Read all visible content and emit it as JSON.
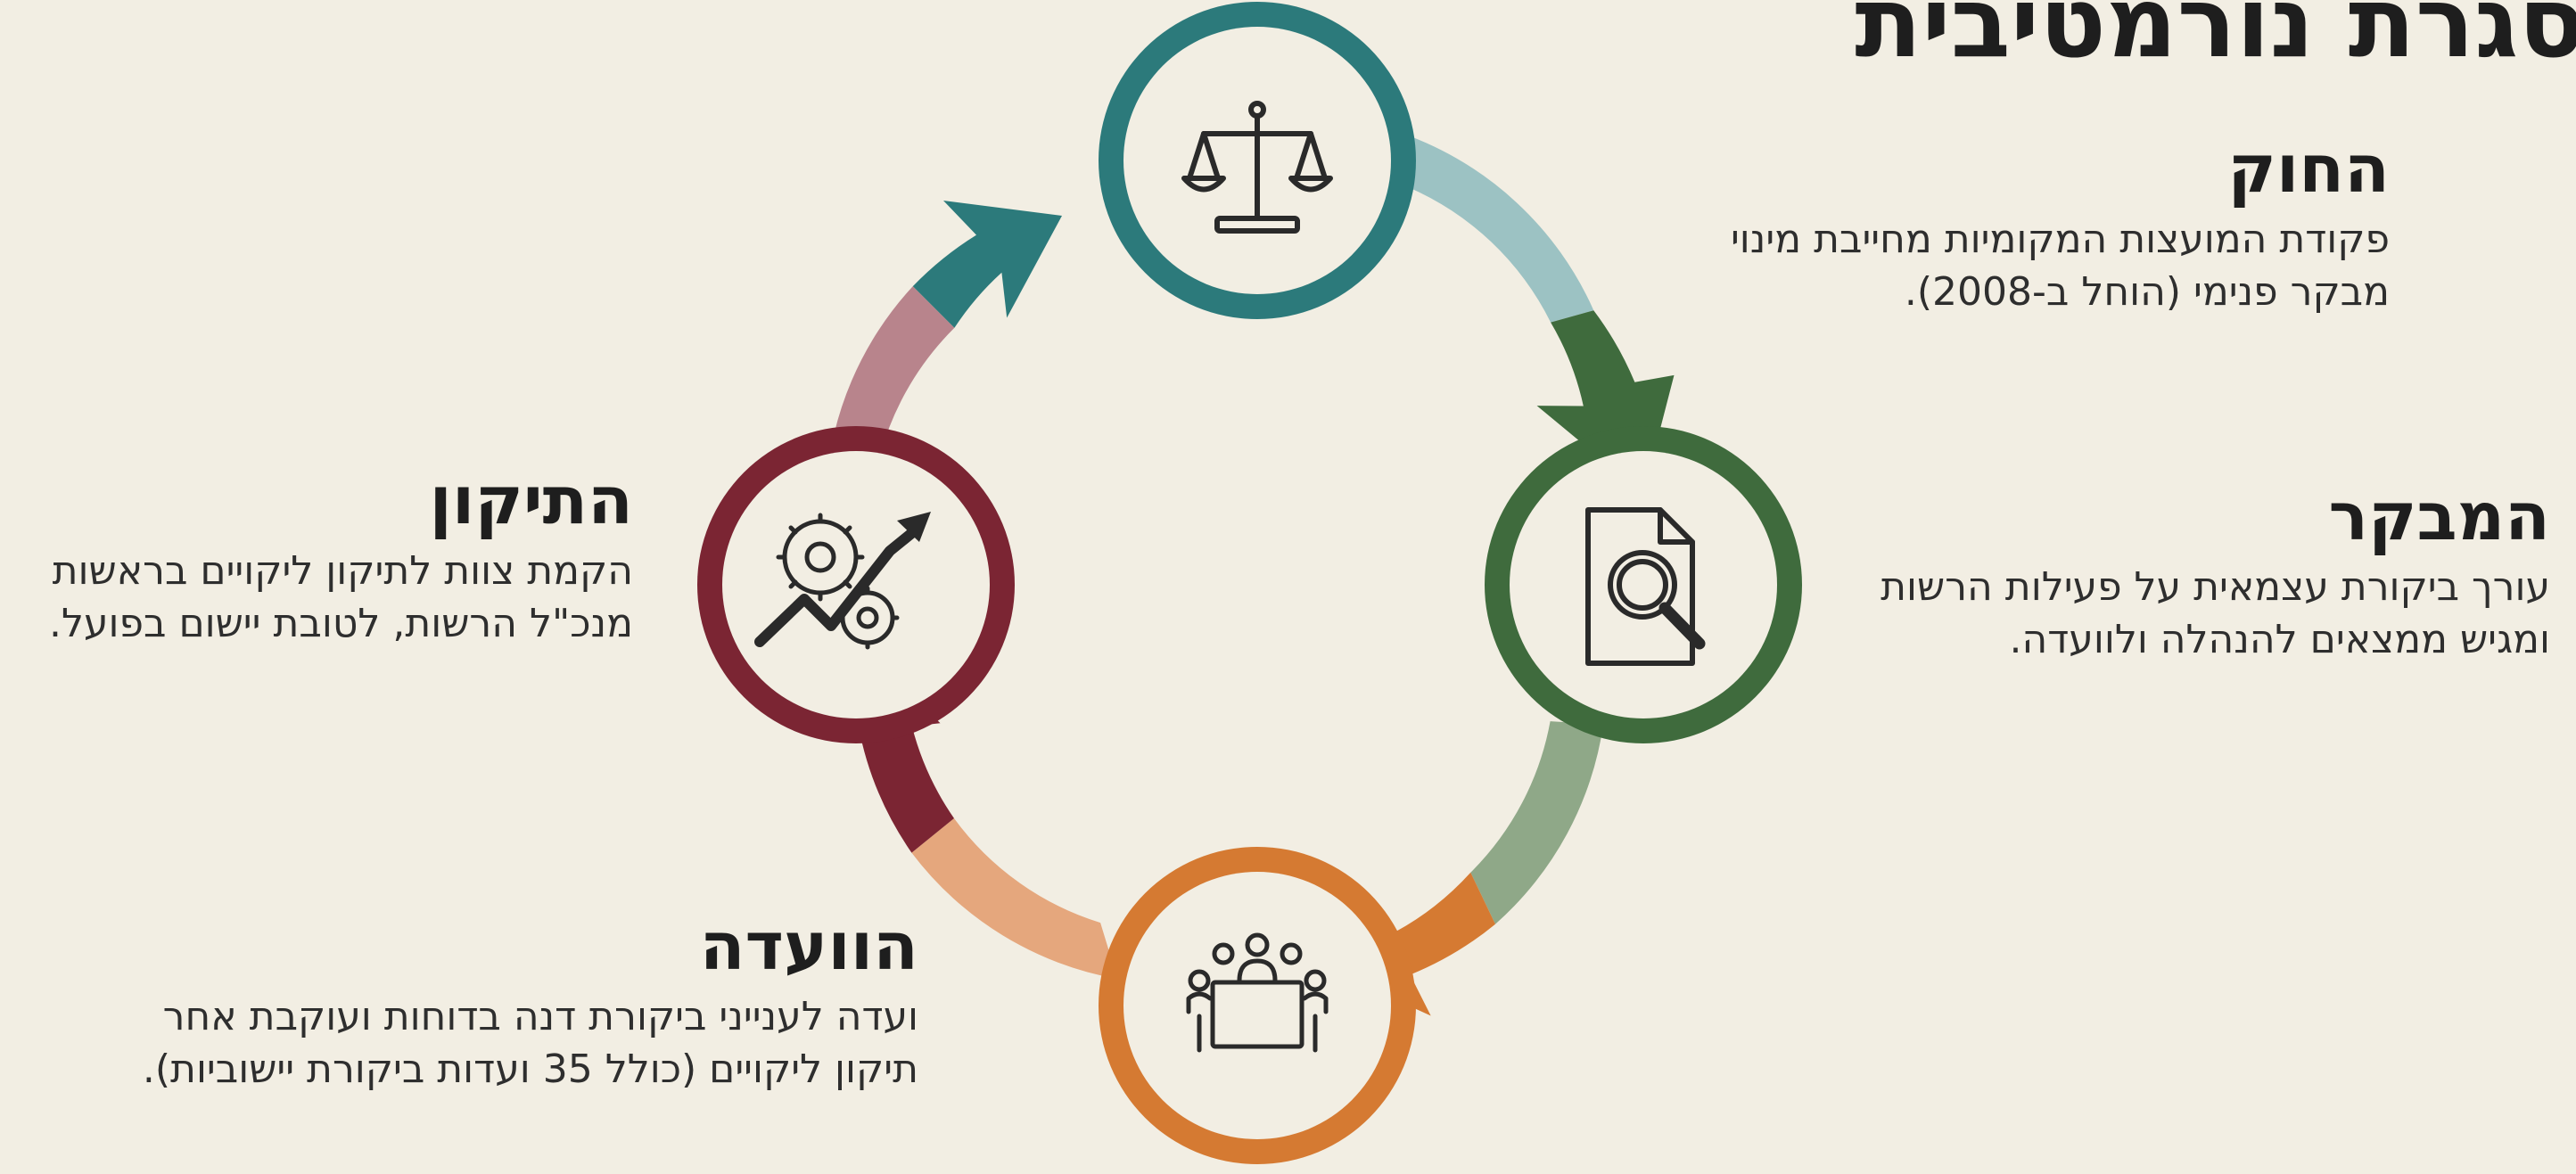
{
  "title": "סגרת נורמטיבית",
  "stages": {
    "law": {
      "heading": "החוק",
      "text": "פקודת המועצות המקומיות מחייבת מינוי מבקר פנימי (הוחל ב-2008).",
      "icon": "scales-of-justice-icon",
      "color": "#2c7a7b",
      "arrow_color": "#9cc2c3"
    },
    "auditor": {
      "heading": "המבקר",
      "text": "עורך ביקורת עצמאית על פעילות הרשות ומגיש ממצאים להנהלה ולוועדה.",
      "icon": "document-magnifier-icon",
      "color": "#3f6b3d",
      "arrow_color": "#8fa888"
    },
    "committee": {
      "heading": "הוועדה",
      "text": "ועדה לענייני ביקורת דנה בדוחות ועוקבת אחר תיקון ליקויים (כולל 35 ועדות ביקורת יישוביות).",
      "icon": "meeting-table-icon",
      "color": "#d57a32",
      "arrow_color": "#e5a77d"
    },
    "correction": {
      "heading": "התיקון",
      "text": "הקמת צוות לתיקון ליקויים בראשות מנכ\"ל הרשות, לטובת יישום בפועל.",
      "icon": "gears-trend-arrow-icon",
      "color": "#7b2533",
      "arrow_color": "#b8848c"
    }
  }
}
